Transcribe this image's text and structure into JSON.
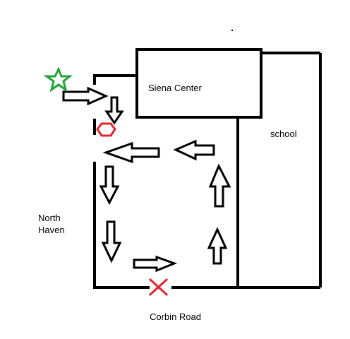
{
  "labels": {
    "building_1": "Siena Center",
    "building_2": "school",
    "area_west_line1": "North",
    "area_west_line2": "Haven",
    "road_south": "Corbin Road"
  },
  "markers": {
    "start": {
      "icon": "star-icon",
      "color": "#22a33a"
    },
    "stop": {
      "icon": "hexagon-icon",
      "color": "#e0242c"
    },
    "end": {
      "icon": "x-mark-icon",
      "color": "#e0242c"
    }
  },
  "colors": {
    "lines": "#000000"
  }
}
